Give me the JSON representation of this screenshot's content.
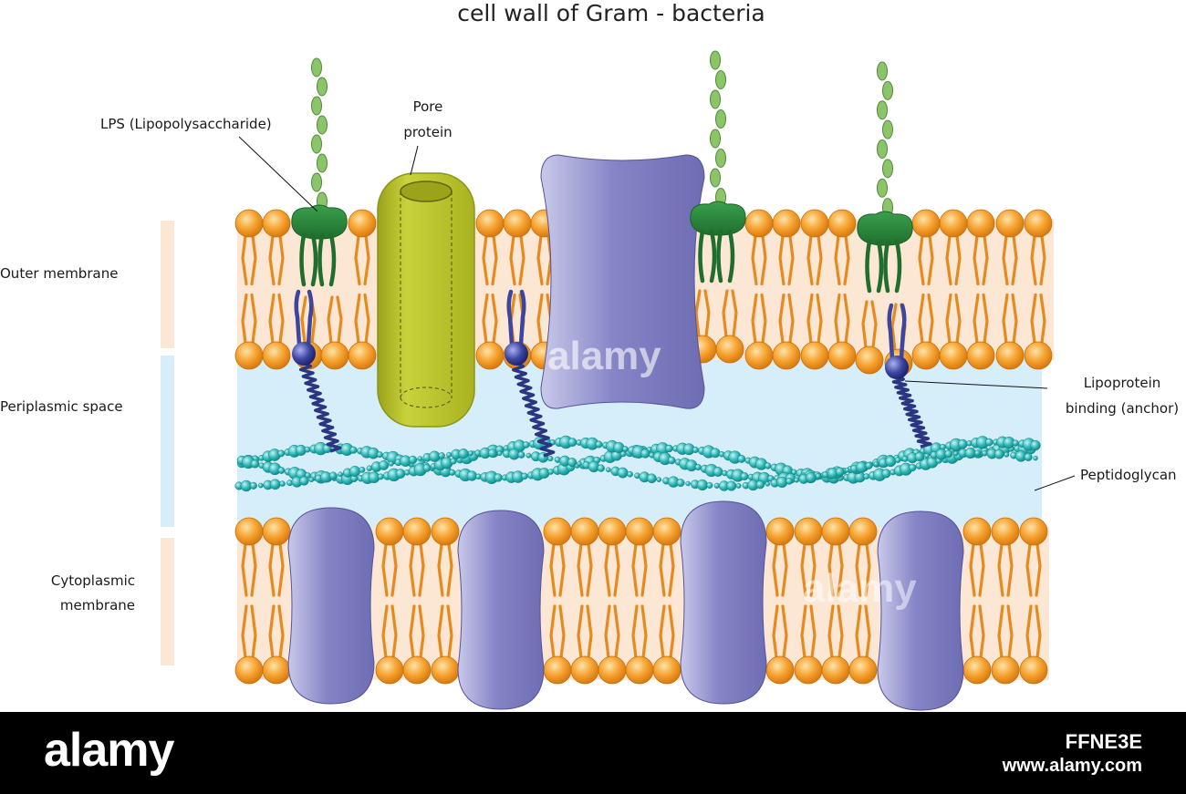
{
  "title": "cell wall of Gram - bacteria",
  "labels": {
    "lps": "LPS (Lipopolysaccharide)",
    "pore_line1": "Pore",
    "pore_line2": "protein",
    "outer_membrane": "Outer membrane",
    "periplasmic_space": "Periplasmic space",
    "cytoplasmic_line1": "Cytoplasmic",
    "cytoplasmic_line2": "membrane",
    "lipoprotein_line1": "Lipoprotein",
    "lipoprotein_line2": "binding (anchor)",
    "peptidoglycan": "Peptidoglycan"
  },
  "watermark": {
    "brand": "alamy",
    "image_id": "FFNE3E",
    "site": "www.alamy.com"
  },
  "colors": {
    "outer_membrane_band": "#fce6d4",
    "periplasmic_band": "#d6eef9",
    "lipid_head": "#f6a331",
    "lipid_tail": "#e68a1e",
    "protein": "#7574b9",
    "pore_protein": "#b9c42a",
    "lps_core": "#2e8a3e",
    "lps_chain": "#8cc46a",
    "lipoprotein": "#3c46a0",
    "peptidoglycan": "#2fb8b8"
  }
}
